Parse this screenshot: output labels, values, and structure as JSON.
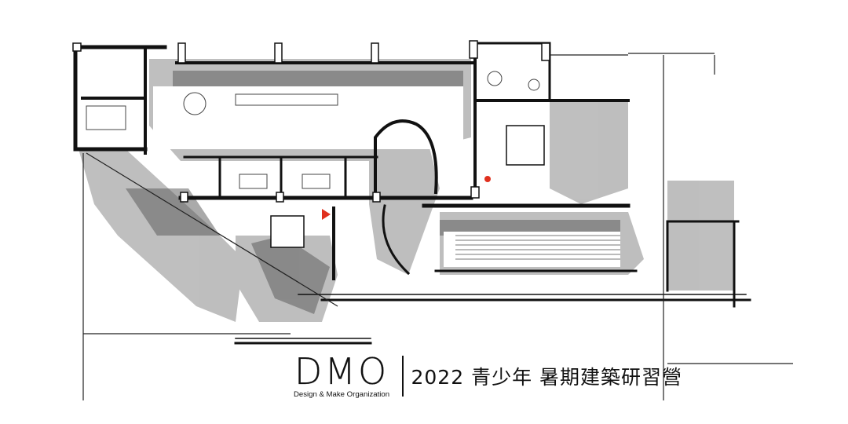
{
  "banner": {
    "logo_mark": "DMO",
    "logo_tagline": "Design & Make Organization",
    "headline": "2022 青少年 暑期建築研習營"
  },
  "colors": {
    "wall": "#111111",
    "shadow": "#6e6e6e",
    "floor": "#ffffff",
    "accent_marker": "#e0301e"
  }
}
